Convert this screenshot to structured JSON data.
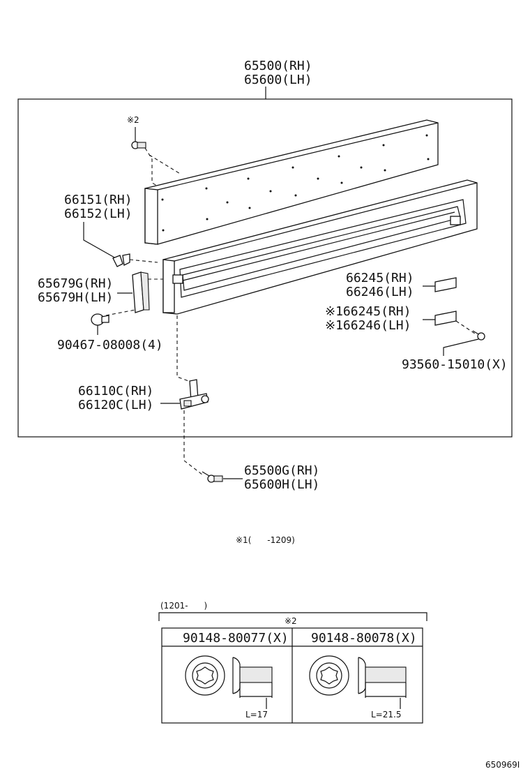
{
  "labels": {
    "assy_rh": "65500(RH)",
    "assy_lh": "65600(LH)",
    "note2_mark": "※2",
    "plate_rh": "66151(RH)",
    "plate_lh": "66152(LH)",
    "hinge_rh": "65679G(RH)",
    "hinge_lh": "65679H(LH)",
    "clip": "90467-08008(4)",
    "pad_rh": "66245(RH)",
    "pad_lh": "66246(LH)",
    "pad_rh_note": "※166245(RH)",
    "pad_lh_note": "※166246(LH)",
    "screw": "93560-15010(X)",
    "hook_rh": "66110C(RH)",
    "hook_lh": "66120C(LH)",
    "bolt_rh": "65500G(RH)",
    "bolt_lh": "65600H(LH)"
  },
  "footnote": "※1(      -1209)",
  "table": {
    "range": "(1201-      )",
    "note": "※2",
    "col1": "90148-80077(X)",
    "col2": "90148-80078(X)",
    "len1": "L=17",
    "len2": "L=21.5"
  },
  "diagram_id": "650969I"
}
